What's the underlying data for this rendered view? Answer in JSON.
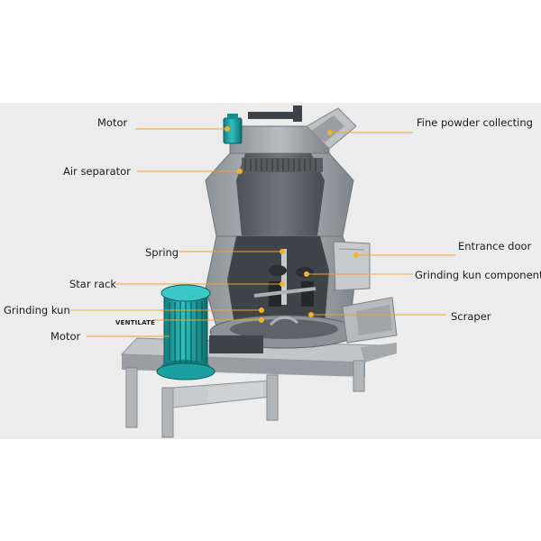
{
  "labels": {
    "motor_top": "Motor",
    "air_separator": "Air separator",
    "spring": "Spring",
    "star_rack": "Star rack",
    "grinding_kun": "Grinding kun",
    "motor_bottom": "Motor",
    "ventilate": "VENTILATE",
    "fine_powder_collecting": "Fine powder collecting",
    "entrance_door": "Entrance door",
    "grinding_kun_components": "Grinding kun components",
    "scraper": "Scraper"
  },
  "colors": {
    "panel_background": "#ececec",
    "machine_steel": "#a9adb0",
    "machine_dark": "#5e6367",
    "motor_teal": "#1fa3a3",
    "leader_line": "#f0a032",
    "leader_dot": "#f5b12a"
  }
}
